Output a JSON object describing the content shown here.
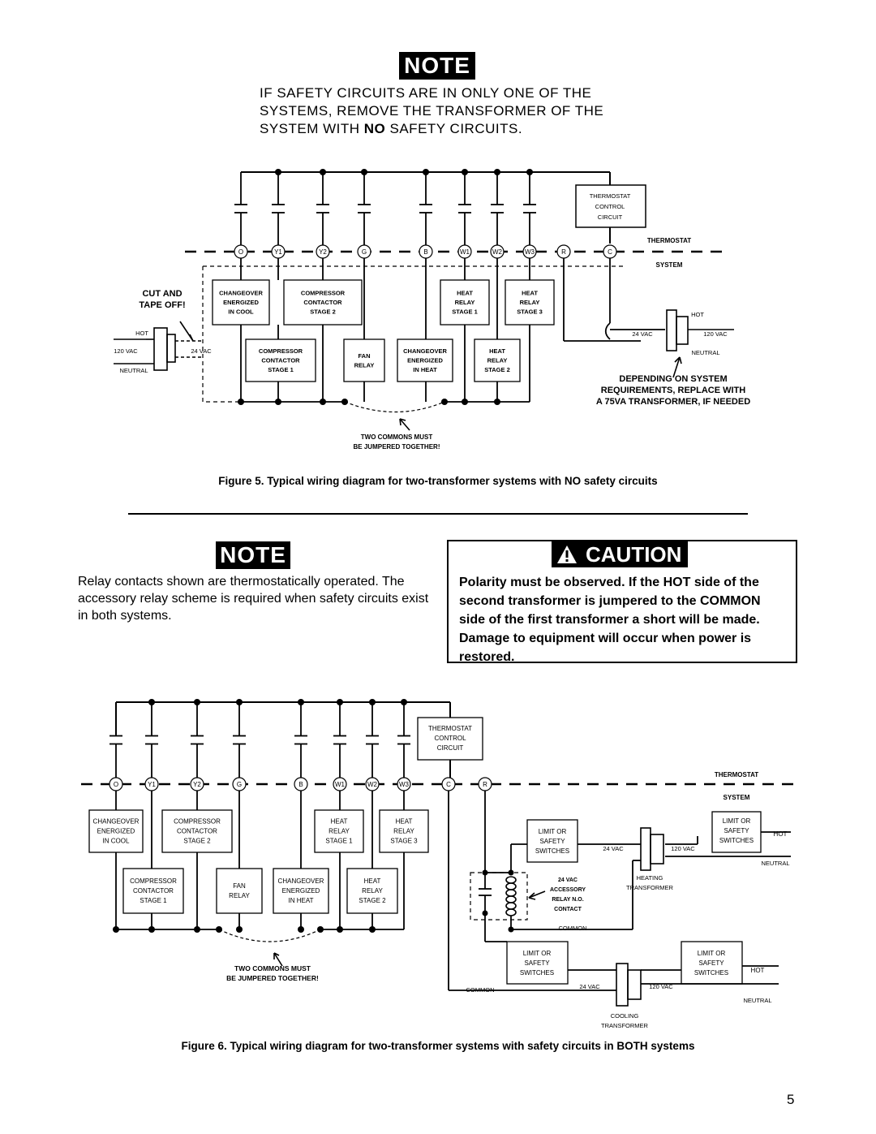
{
  "note_top": {
    "badge": "NOTE",
    "line1": "IF SAFETY CIRCUITS ARE IN ONLY ONE OF THE",
    "line2": "SYSTEMS, REMOVE THE TRANSFORMER OF THE",
    "line3_pre": "SYSTEM WITH ",
    "line3_bold": "NO",
    "line3_post": " SAFETY CIRCUITS."
  },
  "figure5": {
    "caption": "Figure 5. Typical wiring diagram for two-transformer systems with NO safety circuits",
    "terminals": [
      "O",
      "Y1",
      "Y2",
      "G",
      "B",
      "W1",
      "W2",
      "W3",
      "R",
      "C"
    ],
    "thermostat_control": [
      "THERMOSTAT",
      "CONTROL",
      "CIRCUIT"
    ],
    "thermostat_system": [
      "THERMOSTAT",
      "SYSTEM"
    ],
    "upper_boxes": [
      [
        "CHANGEOVER",
        "ENERGIZED",
        "IN COOL"
      ],
      [
        "COMPRESSOR",
        "CONTACTOR",
        "STAGE 2"
      ],
      [
        "HEAT",
        "RELAY",
        "STAGE 1"
      ],
      [
        "HEAT",
        "RELAY",
        "STAGE 3"
      ]
    ],
    "lower_boxes": [
      [
        "COMPRESSOR",
        "CONTACTOR",
        "STAGE 1"
      ],
      [
        "FAN",
        "RELAY"
      ],
      [
        "CHANGEOVER",
        "ENERGIZED",
        "IN HEAT"
      ],
      [
        "HEAT",
        "RELAY",
        "STAGE 2"
      ]
    ],
    "cut_tape": [
      "CUT AND",
      "TAPE OFF!"
    ],
    "left_xfmr": {
      "hot": "HOT",
      "v120": "120 VAC",
      "neutral": "NEUTRAL",
      "v24": "24 VAC"
    },
    "right_xfmr": {
      "hot": "HOT",
      "v120": "120 VAC",
      "neutral": "NEUTRAL",
      "v24": "24 VAC"
    },
    "depending": [
      "DEPENDING ON SYSTEM",
      "REQUIREMENTS, REPLACE WITH",
      "A 75VA TRANSFORMER, IF NEEDED"
    ],
    "commons_note": [
      "TWO COMMONS MUST",
      "BE JUMPERED TOGETHER!"
    ]
  },
  "note_left": {
    "badge": "NOTE",
    "text": "Relay contacts shown are thermostatically operated. The accessory relay scheme is required when safety circuits exist in both systems."
  },
  "caution": {
    "badge": "CAUTION",
    "text": "Polarity must be observed. If the HOT side of the second transformer is jumpered to the COMMON side of the first transformer a short will be made. Damage to equipment will occur when power is restored."
  },
  "figure6": {
    "caption": "Figure 6. Typical wiring diagram for two-transformer systems with safety circuits in BOTH systems",
    "terminals": [
      "O",
      "Y1",
      "Y2",
      "G",
      "B",
      "W1",
      "W2",
      "W3",
      "C",
      "R"
    ],
    "thermostat_control": [
      "THERMOSTAT",
      "CONTROL",
      "CIRCUIT"
    ],
    "thermostat_system": [
      "THERMOSTAT",
      "SYSTEM"
    ],
    "upper_boxes": [
      [
        "CHANGEOVER",
        "ENERGIZED",
        "IN COOL"
      ],
      [
        "COMPRESSOR",
        "CONTACTOR",
        "STAGE 2"
      ],
      [
        "HEAT",
        "RELAY",
        "STAGE 1"
      ],
      [
        "HEAT",
        "RELAY",
        "STAGE 3"
      ]
    ],
    "lower_boxes": [
      [
        "COMPRESSOR",
        "CONTACTOR",
        "STAGE 1"
      ],
      [
        "FAN",
        "RELAY"
      ],
      [
        "CHANGEOVER",
        "ENERGIZED",
        "IN HEAT"
      ],
      [
        "HEAT",
        "RELAY",
        "STAGE 2"
      ]
    ],
    "limit_switch": [
      "LIMIT OR",
      "SAFETY",
      "SWITCHES"
    ],
    "accessory": [
      "24 VAC",
      "ACCESSORY",
      "RELAY N.O.",
      "CONTACT"
    ],
    "common": "COMMON",
    "v24": "24 VAC",
    "v120": "120 VAC",
    "hot": "HOT",
    "neutral": "NEUTRAL",
    "heating_xfmr": [
      "HEATING",
      "TRANSFORMER"
    ],
    "cooling_xfmr": [
      "COOLING",
      "TRANSFORMER"
    ],
    "commons_note": [
      "TWO COMMONS MUST",
      "BE JUMPERED TOGETHER!"
    ]
  },
  "page_number": "5"
}
